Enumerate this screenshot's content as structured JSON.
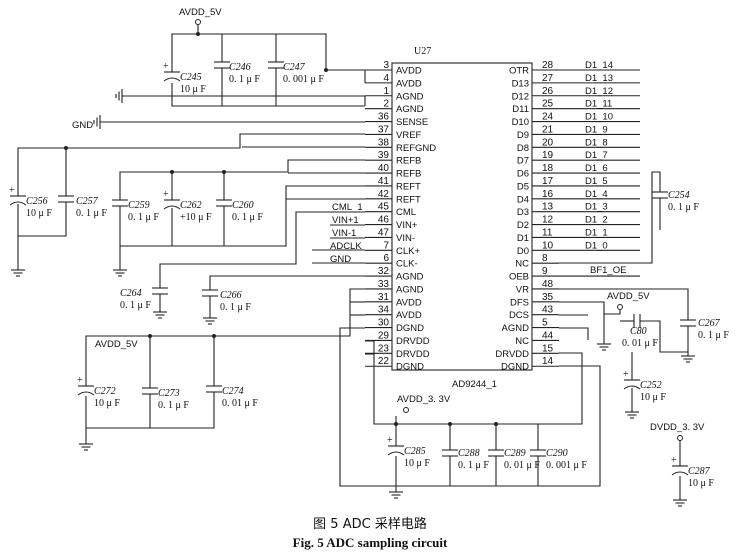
{
  "chip": {
    "ref": "U27",
    "part": "AD9244_1",
    "left_pins": [
      {
        "num": "3",
        "name": "AVDD"
      },
      {
        "num": "4",
        "name": "AVDD"
      },
      {
        "num": "1",
        "name": "AGND"
      },
      {
        "num": "2",
        "name": "AGND"
      },
      {
        "num": "36",
        "name": "SENSE"
      },
      {
        "num": "37",
        "name": "VREF"
      },
      {
        "num": "38",
        "name": "REFGND"
      },
      {
        "num": "39",
        "name": "REFB"
      },
      {
        "num": "40",
        "name": "REFB"
      },
      {
        "num": "41",
        "name": "REFT"
      },
      {
        "num": "42",
        "name": "REFT"
      },
      {
        "num": "45",
        "name": "CML"
      },
      {
        "num": "46",
        "name": "VIN+"
      },
      {
        "num": "47",
        "name": "VIN-"
      },
      {
        "num": "7",
        "name": "CLK+"
      },
      {
        "num": "6",
        "name": "CLK-"
      },
      {
        "num": "32",
        "name": "AGND"
      },
      {
        "num": "33",
        "name": "AGND"
      },
      {
        "num": "31",
        "name": "AVDD"
      },
      {
        "num": "34",
        "name": "AVDD"
      },
      {
        "num": "30",
        "name": "DGND"
      },
      {
        "num": "29",
        "name": "DRVDD"
      },
      {
        "num": "23",
        "name": "DRVDD"
      },
      {
        "num": "22",
        "name": "DGND"
      }
    ],
    "right_pins": [
      {
        "num": "28",
        "name": "OTR",
        "net": "D1_14"
      },
      {
        "num": "27",
        "name": "D13",
        "net": "D1_13"
      },
      {
        "num": "26",
        "name": "D12",
        "net": "D1_12"
      },
      {
        "num": "25",
        "name": "D11",
        "net": "D1_11"
      },
      {
        "num": "24",
        "name": "D10",
        "net": "D1_10"
      },
      {
        "num": "21",
        "name": "D9",
        "net": "D1_9"
      },
      {
        "num": "20",
        "name": "D8",
        "net": "D1_8"
      },
      {
        "num": "19",
        "name": "D7",
        "net": "D1_7"
      },
      {
        "num": "18",
        "name": "D6",
        "net": "D1_6"
      },
      {
        "num": "17",
        "name": "D5",
        "net": "D1_5"
      },
      {
        "num": "16",
        "name": "D4",
        "net": "D1_4"
      },
      {
        "num": "13",
        "name": "D3",
        "net": "D1_3"
      },
      {
        "num": "12",
        "name": "D2",
        "net": "D1_2"
      },
      {
        "num": "11",
        "name": "D1",
        "net": "D1_1"
      },
      {
        "num": "10",
        "name": "D0",
        "net": "D1_0"
      },
      {
        "num": "8",
        "name": "NC",
        "net": ""
      },
      {
        "num": "9",
        "name": "OEB",
        "net": "BF1_OE"
      },
      {
        "num": "48",
        "name": "VR",
        "net": ""
      },
      {
        "num": "35",
        "name": "DFS",
        "net": ""
      },
      {
        "num": "43",
        "name": "DCS",
        "net": ""
      },
      {
        "num": "5",
        "name": "AGND",
        "net": ""
      },
      {
        "num": "44",
        "name": "NC",
        "net": ""
      },
      {
        "num": "15",
        "name": "DRVDD",
        "net": ""
      },
      {
        "num": "14",
        "name": "DGND",
        "net": ""
      }
    ]
  },
  "input_nets": {
    "cml": "CML_1",
    "vin_pos": "VIN+1",
    "vin_neg": "VIN-1",
    "clk": "ADCLK",
    "gnd": "GND",
    "gnd_sense": "GND"
  },
  "power": {
    "avdd_top": "AVDD_5V",
    "avdd_bottom": "AVDD_5V",
    "avdd_right": "AVDD_5V",
    "avdd_33": "AVDD_3. 3V",
    "dvdd_33": "DVDD_3. 3V"
  },
  "capacitors": [
    {
      "id": "c245",
      "ref": "C245",
      "value": "10 μ F"
    },
    {
      "id": "c246",
      "ref": "C246",
      "value": "0. 1 μ F"
    },
    {
      "id": "c247",
      "ref": "C247",
      "value": "0. 001 μ F"
    },
    {
      "id": "c256",
      "ref": "C256",
      "value": "10 μ F"
    },
    {
      "id": "c257",
      "ref": "C257",
      "value": "0. 1 μ F"
    },
    {
      "id": "c259",
      "ref": "C259",
      "value": "0. 1 μ F"
    },
    {
      "id": "c262",
      "ref": "C262",
      "value": "+10 μ F"
    },
    {
      "id": "c260",
      "ref": "C260",
      "value": "0. 1 μ F"
    },
    {
      "id": "c264",
      "ref": "C264",
      "value": "0. 1 μ F"
    },
    {
      "id": "c266",
      "ref": "C266",
      "value": "0. 1 μ F"
    },
    {
      "id": "c254",
      "ref": "C254",
      "value": "0. 1 μ F"
    },
    {
      "id": "c267",
      "ref": "C267",
      "value": "0. 1 μ F"
    },
    {
      "id": "c80",
      "ref": "C80",
      "value": "0. 01 μ F"
    },
    {
      "id": "c252",
      "ref": "C252",
      "value": "10 μ F"
    },
    {
      "id": "c272",
      "ref": "C272",
      "value": "10 μ F"
    },
    {
      "id": "c273",
      "ref": "C273",
      "value": "0. 1 μ F"
    },
    {
      "id": "c274",
      "ref": "C274",
      "value": "0. 01 μ F"
    },
    {
      "id": "c285",
      "ref": "C285",
      "value": "10 μ F"
    },
    {
      "id": "c288",
      "ref": "C288",
      "value": "0. 1 μ F"
    },
    {
      "id": "c289",
      "ref": "C289",
      "value": "0. 01 μ F"
    },
    {
      "id": "c290",
      "ref": "C290",
      "value": "0. 001 μ F"
    },
    {
      "id": "c287",
      "ref": "C287",
      "value": "10 μ F"
    }
  ],
  "caption": {
    "cn": "图 5    ADC 采样电路",
    "en": "Fig. 5    ADC sampling circuit"
  }
}
